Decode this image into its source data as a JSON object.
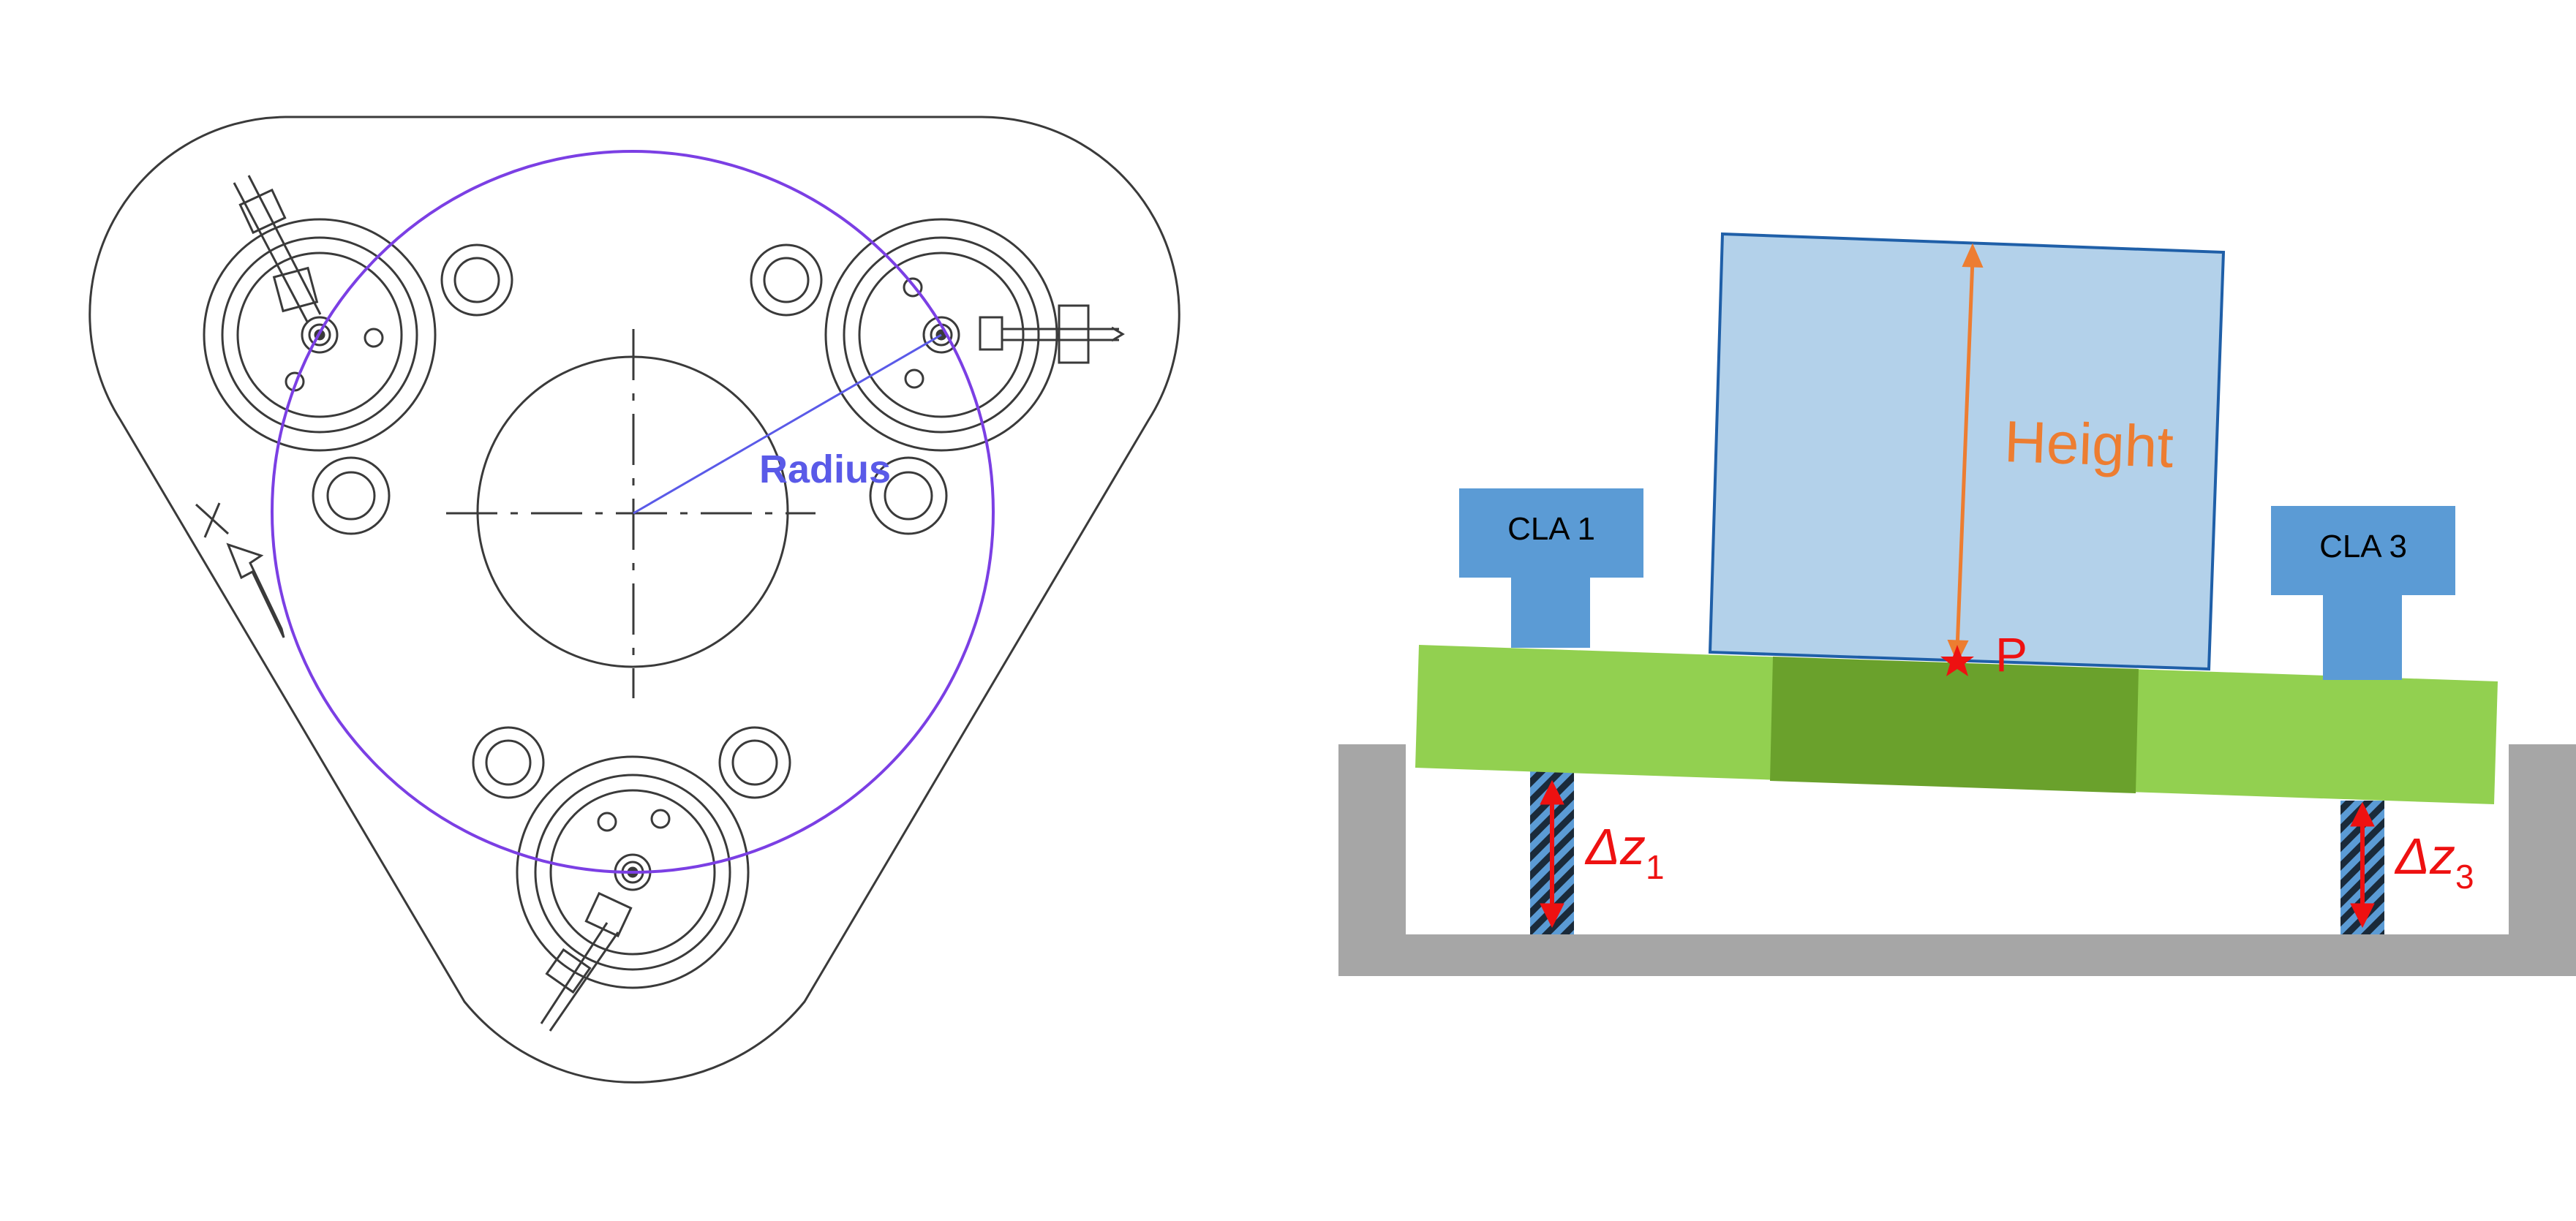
{
  "left_figure": {
    "radius_label": "Radius",
    "colors": {
      "outline": "#3a3a3a",
      "radius_circle": "#7b3fe4",
      "radius_text": "#5a5ae8"
    }
  },
  "right_figure": {
    "cla_left_label": "CLA 1",
    "cla_right_label": "CLA 3",
    "height_label": "Height",
    "point_label": "P",
    "delta_left": {
      "prefix": "Δz",
      "sub": "1"
    },
    "delta_right": {
      "prefix": "Δz",
      "sub": "3"
    },
    "colors": {
      "frame": "#a6a6a6",
      "plate": "#92d050",
      "plate_center": "#6aa12c",
      "block_fill": "#b3d1ea",
      "block_stroke": "#1f5fa8",
      "cla": "#5b9bd5",
      "height_arrow": "#ed7d31",
      "red": "#ee1111",
      "leg_stripe": "#5b9bd5",
      "leg_dark": "#1a2a3a"
    }
  }
}
